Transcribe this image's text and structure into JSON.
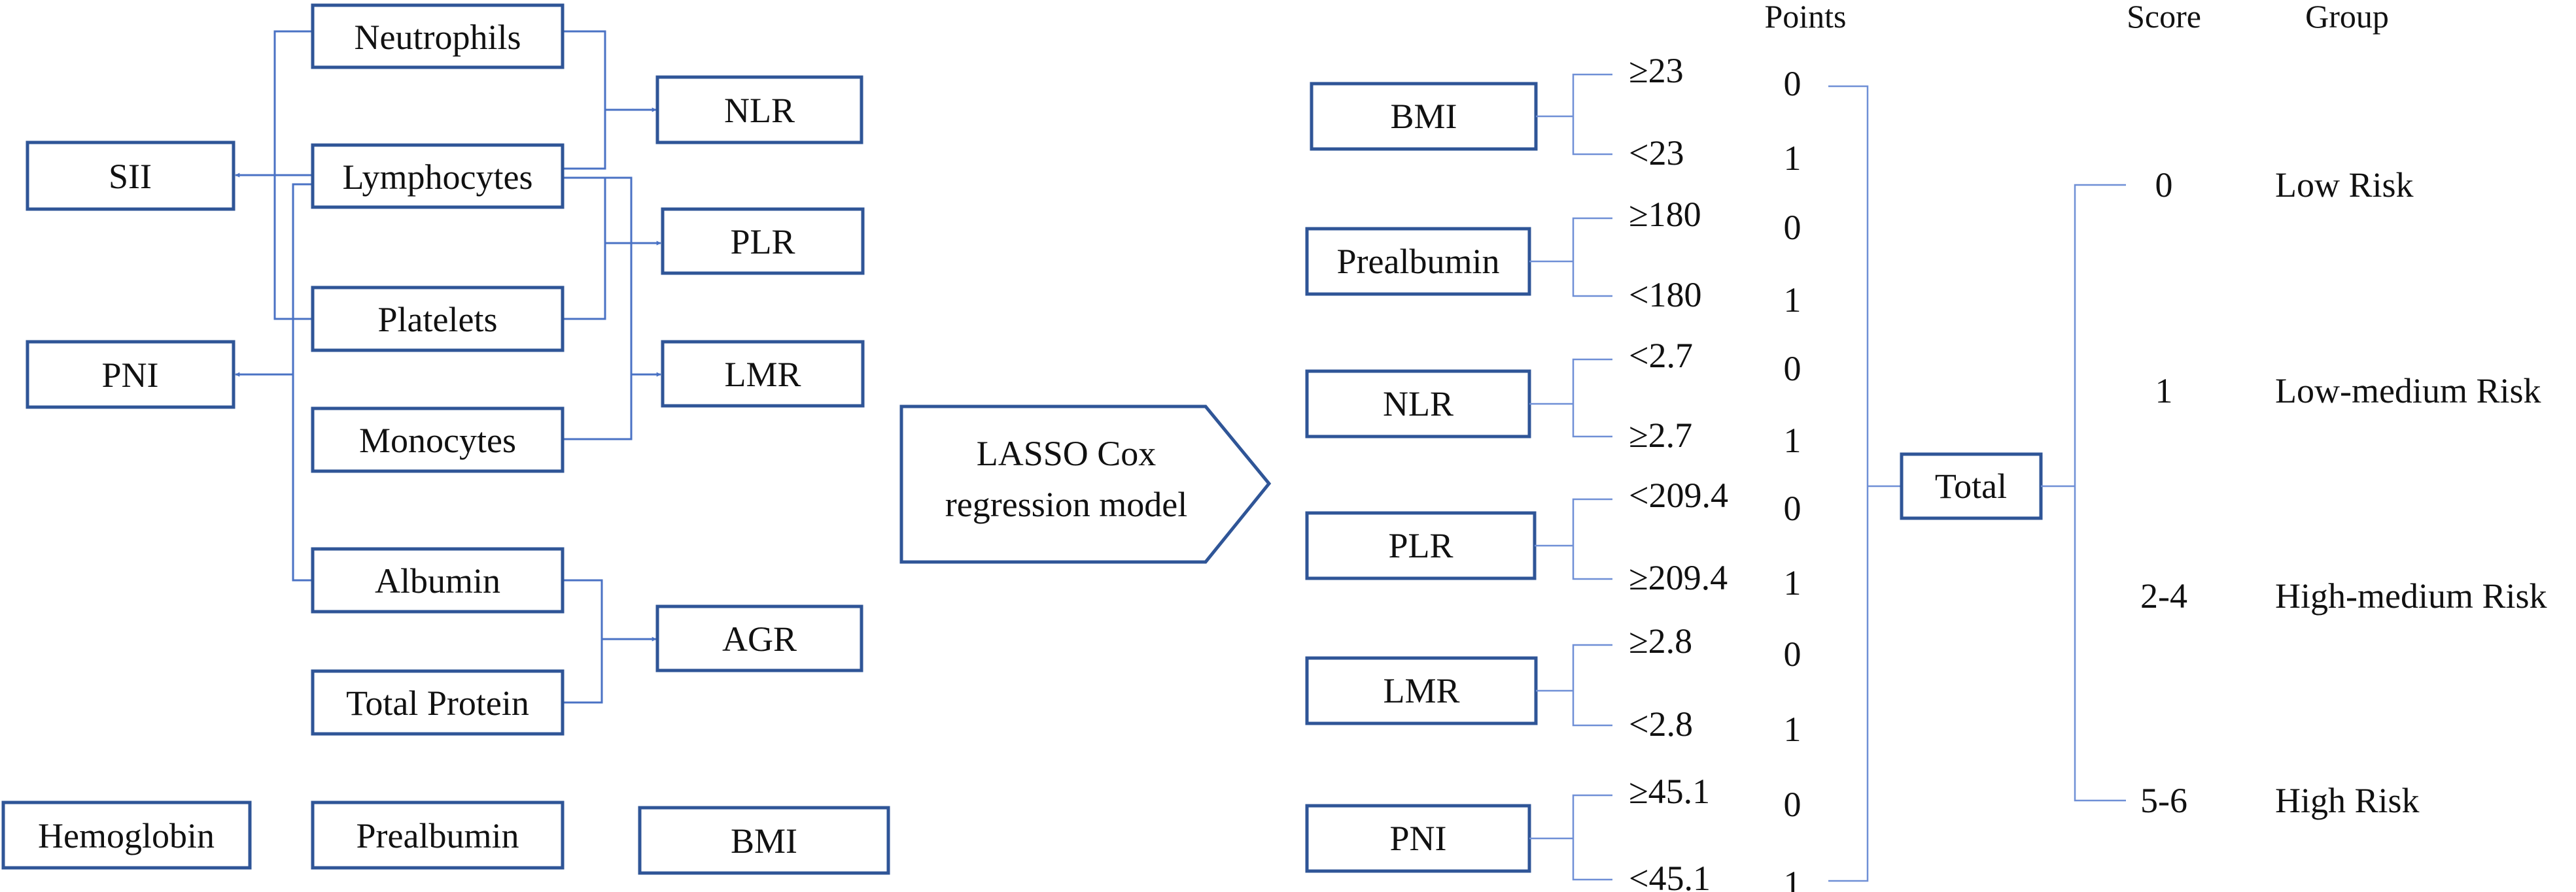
{
  "inputs": {
    "neutrophils": "Neutrophils",
    "lymphocytes": "Lymphocytes",
    "platelets": "Platelets",
    "monocytes": "Monocytes",
    "albumin": "Albumin",
    "total_protein": "Total Protein",
    "hemoglobin": "Hemoglobin",
    "prealbumin": "Prealbumin",
    "bmi": "BMI"
  },
  "derived": {
    "sii": "SII",
    "pni": "PNI",
    "nlr": "NLR",
    "plr": "PLR",
    "lmr": "LMR",
    "agr": "AGR"
  },
  "model": {
    "line1": "LASSO Cox",
    "line2": "regression model"
  },
  "headers": {
    "points": "Points",
    "score": "Score",
    "group": "Group"
  },
  "variables": [
    {
      "name": "BMI",
      "high": "≥23",
      "high_points": "0",
      "low": "<23",
      "low_points": "1"
    },
    {
      "name": "Prealbumin",
      "high": "≥180",
      "high_points": "0",
      "low": "<180",
      "low_points": "1"
    },
    {
      "name": "NLR",
      "high": "<2.7",
      "high_points": "0",
      "low": "≥2.7",
      "low_points": "1"
    },
    {
      "name": "PLR",
      "high": "<209.4",
      "high_points": "0",
      "low": "≥209.4",
      "low_points": "1"
    },
    {
      "name": "LMR",
      "high": "≥2.8",
      "high_points": "0",
      "low": "<2.8",
      "low_points": "1"
    },
    {
      "name": "PNI",
      "high": "≥45.1",
      "high_points": "0",
      "low": "<45.1",
      "low_points": "1"
    }
  ],
  "total": "Total",
  "groups": [
    {
      "score": "0",
      "group": "Low Risk"
    },
    {
      "score": "1",
      "group": "Low-medium Risk"
    },
    {
      "score": "2-4",
      "group": "High-medium Risk"
    },
    {
      "score": "5-6",
      "group": "High Risk"
    }
  ],
  "colors": {
    "box_stroke": "#2f5597",
    "connector": "#4a72c4"
  }
}
